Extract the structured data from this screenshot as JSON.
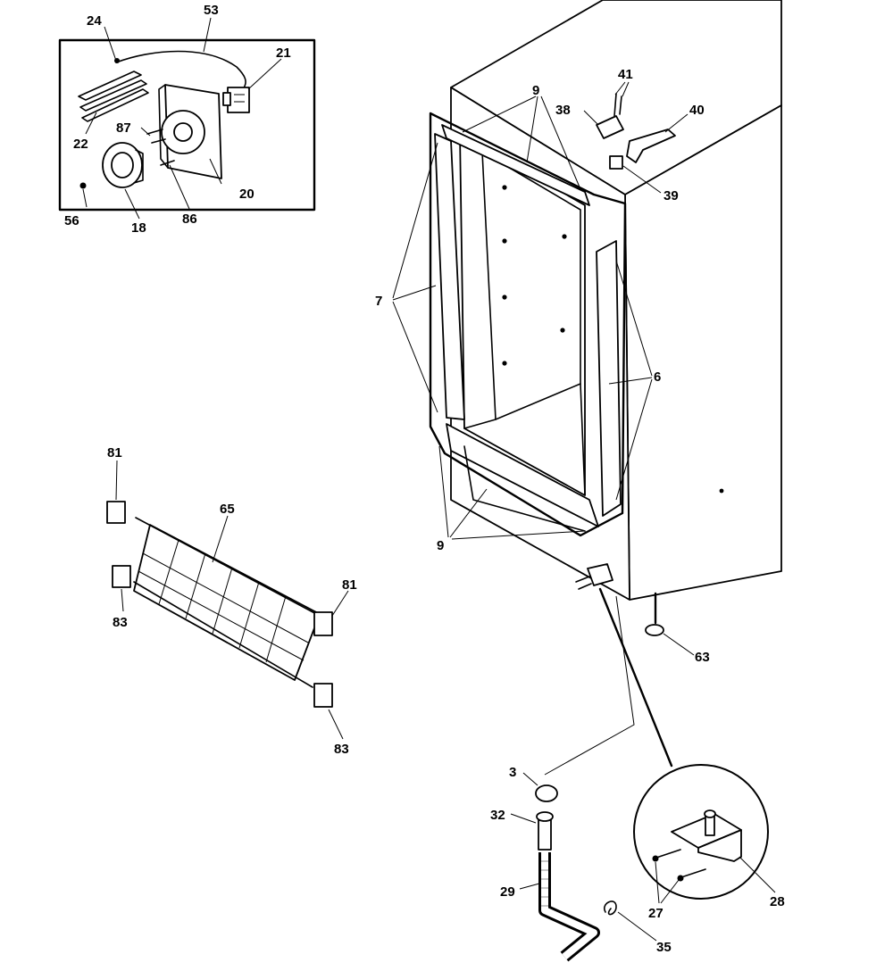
{
  "diagram": {
    "labels": {
      "l24": "24",
      "l53": "53",
      "l21": "21",
      "l22": "22",
      "l87": "87",
      "l20": "20",
      "l56": "56",
      "l18": "18",
      "l86": "86",
      "l9_top": "9",
      "l41": "41",
      "l38": "38",
      "l40": "40",
      "l39": "39",
      "l7": "7",
      "l6": "6",
      "l9_bottom": "9",
      "l81_left": "81",
      "l65": "65",
      "l81_right": "81",
      "l83_left": "83",
      "l83_right": "83",
      "l63": "63",
      "l3": "3",
      "l32": "32",
      "l29": "29",
      "l27": "27",
      "l28": "28",
      "l35": "35"
    }
  }
}
